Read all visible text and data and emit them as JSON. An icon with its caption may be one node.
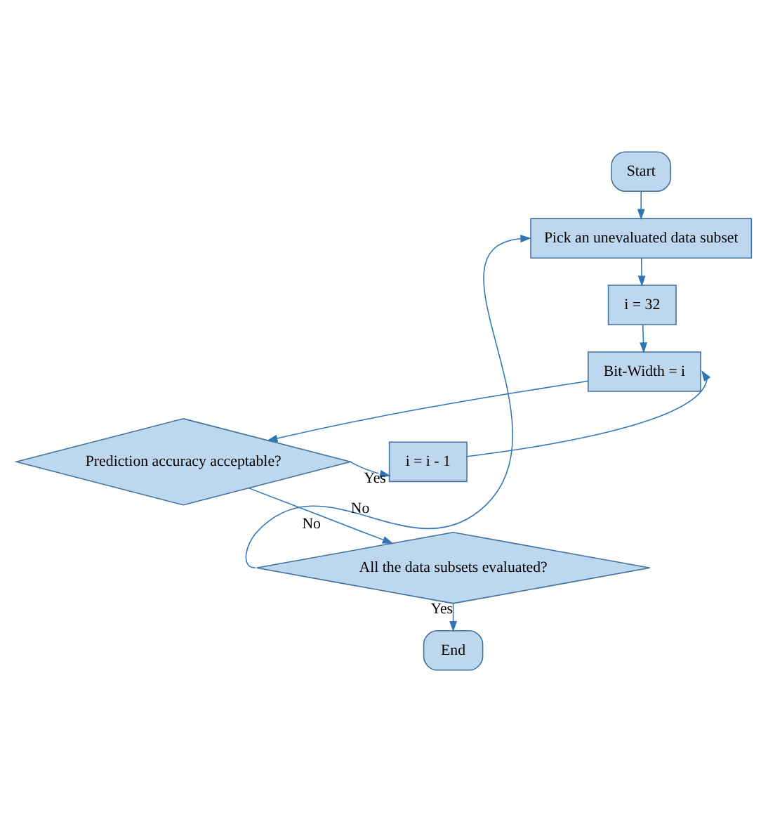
{
  "diagram": {
    "nodes": [
      {
        "text": [
          "Start"
        ]
      },
      {
        "text": [
          "Pick an unevaluated data subset"
        ]
      },
      {
        "text": [
          "i = 32"
        ]
      },
      {
        "text": [
          "Bit-Width = i"
        ]
      },
      {
        "text": [
          "Prediction accuracy acceptable?"
        ]
      },
      {
        "text": [
          "i = i - 1"
        ]
      },
      {
        "text": [
          "All the data subsets evaluated?"
        ]
      },
      {
        "text": [
          "End"
        ]
      }
    ],
    "edges": [
      {
        "from": 0,
        "to": 1,
        "arrow": "to"
      },
      {
        "from": 1,
        "to": 2,
        "arrow": "to"
      },
      {
        "from": 2,
        "to": 3,
        "arrow": "to"
      },
      {
        "from": 3,
        "to": 4,
        "arrow": "to"
      },
      {
        "from": 4,
        "to": 5,
        "arrow": "to",
        "label": "Yes"
      },
      {
        "from": 5,
        "to": 3,
        "arrow": "to"
      },
      {
        "from": 4,
        "to": 6,
        "arrow": "to",
        "label": "No"
      },
      {
        "from": 6,
        "to": 1,
        "arrow": "to",
        "label": "No"
      },
      {
        "from": 6,
        "to": 7,
        "arrow": "to",
        "label": "Yes"
      }
    ]
  }
}
